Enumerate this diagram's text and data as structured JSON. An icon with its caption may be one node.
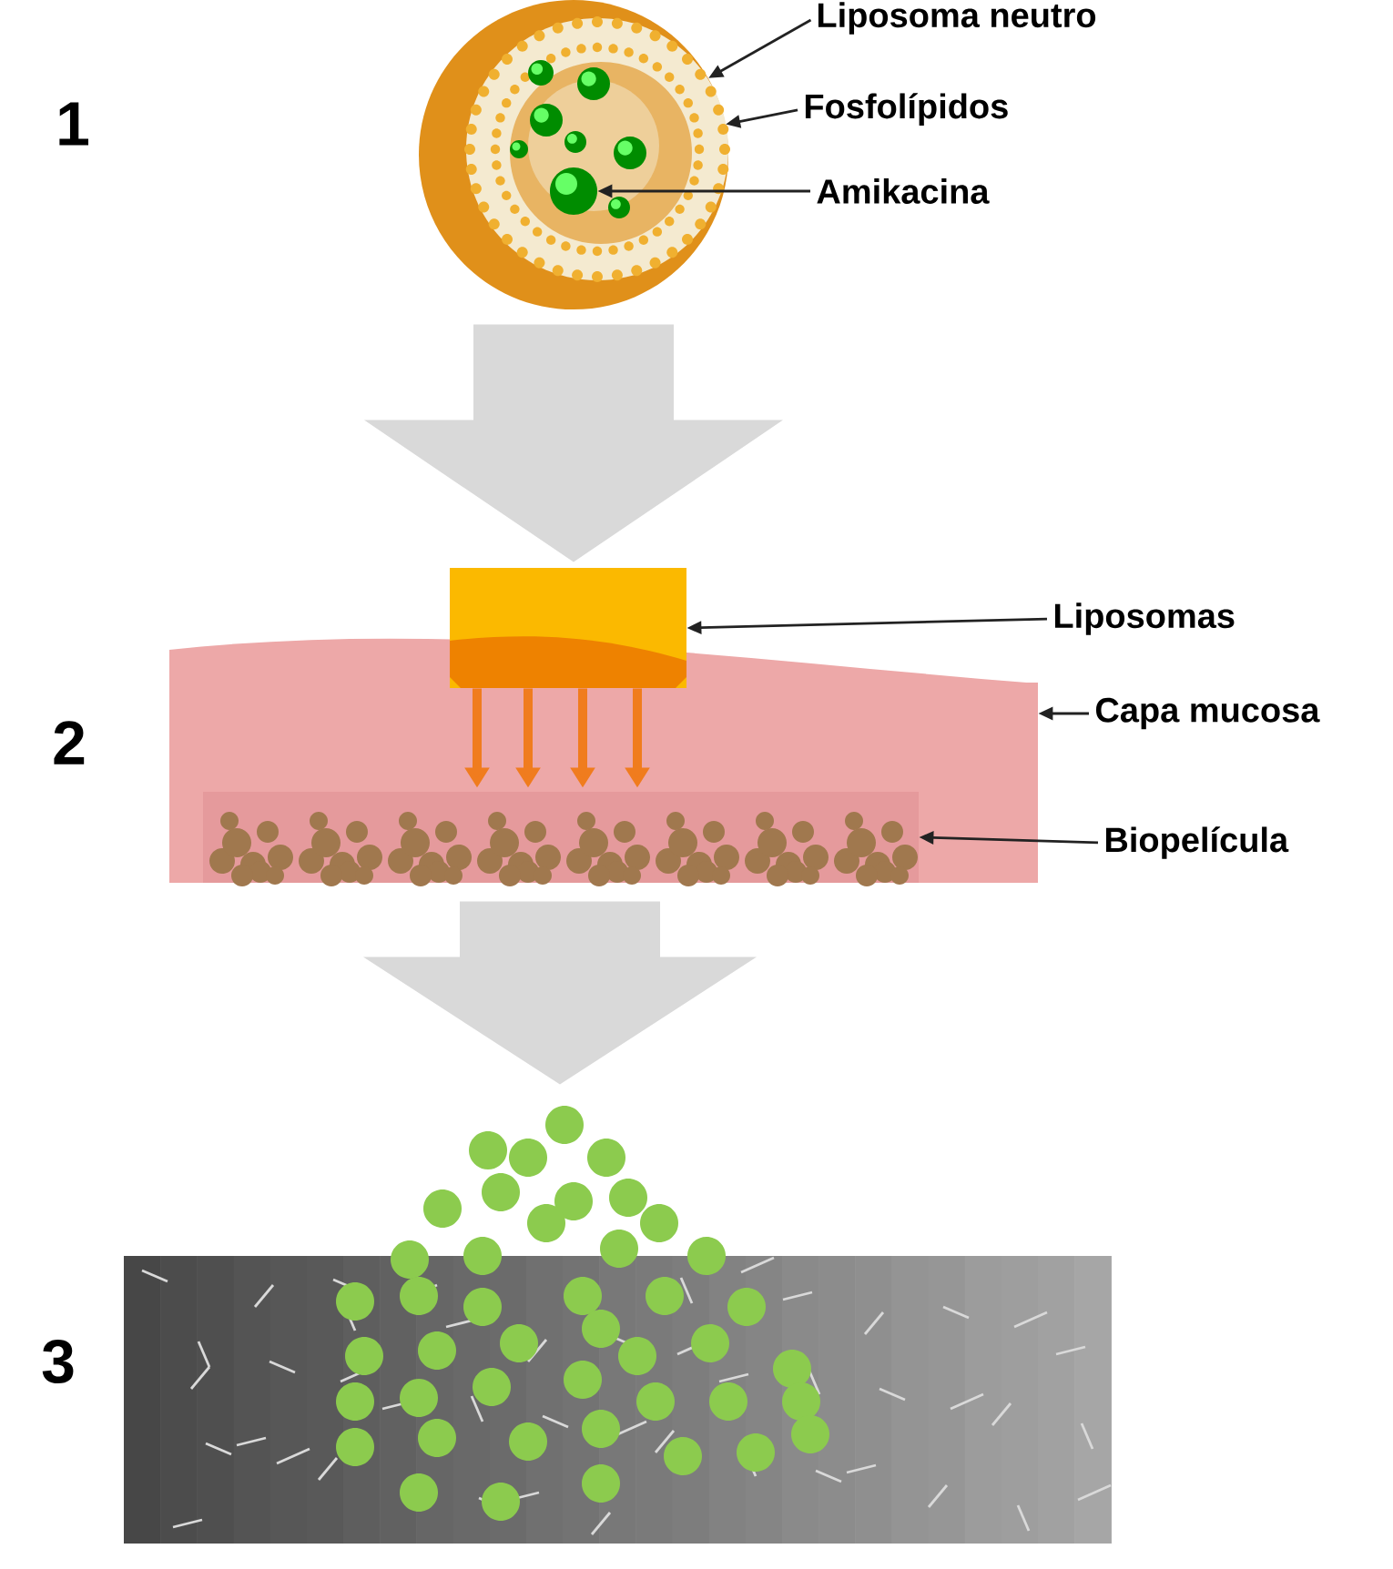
{
  "diagram": {
    "nodes": [
      {
        "text": [],
        "shape": "picture"
      },
      {
        "text": [],
        "shape": "circle",
        "in": 0
      },
      {
        "text": [
          "Liposoma neutro"
        ]
      },
      {
        "text": [
          "Fosfolípidos"
        ]
      },
      {
        "text": [
          "Amikacina"
        ]
      },
      {
        "text": [],
        "shape": "box"
      },
      {
        "text": [],
        "shape": "band"
      },
      {
        "text": [],
        "shape": "picture",
        "in": 6
      },
      {
        "text": [
          "Liposomas"
        ]
      },
      {
        "text": [
          "Capa mucosa"
        ]
      },
      {
        "text": [
          "Biopelícula"
        ]
      },
      {
        "text": [],
        "shape": "picture"
      }
    ],
    "edges": [
      {
        "from": 0,
        "to": 5,
        "arrow": "to",
        "style": "thick",
        "color": "#d9d9d9"
      },
      {
        "from": 6,
        "to": 11,
        "arrow": "to",
        "style": "thick",
        "color": "#d9d9d9"
      },
      {
        "from": 5,
        "to": 7,
        "arrow": "to",
        "style": "thick",
        "color": "#f07c1e"
      },
      {
        "from": 5,
        "to": 7,
        "arrow": "to",
        "style": "thick",
        "color": "#f07c1e"
      },
      {
        "from": 5,
        "to": 7,
        "arrow": "to",
        "style": "thick",
        "color": "#f07c1e"
      },
      {
        "from": 5,
        "to": 7,
        "arrow": "to",
        "style": "thick",
        "color": "#f07c1e"
      },
      {
        "from": 2,
        "to": 0,
        "arrow": "to"
      },
      {
        "from": 3,
        "to": 0,
        "arrow": "to"
      },
      {
        "from": 4,
        "to": 1,
        "arrow": "to"
      },
      {
        "from": 8,
        "to": 5,
        "arrow": "to"
      },
      {
        "from": 9,
        "to": 6,
        "arrow": "to"
      },
      {
        "from": 10,
        "to": 7,
        "arrow": "to"
      }
    ],
    "labels": [
      "1",
      "2",
      "3"
    ]
  }
}
